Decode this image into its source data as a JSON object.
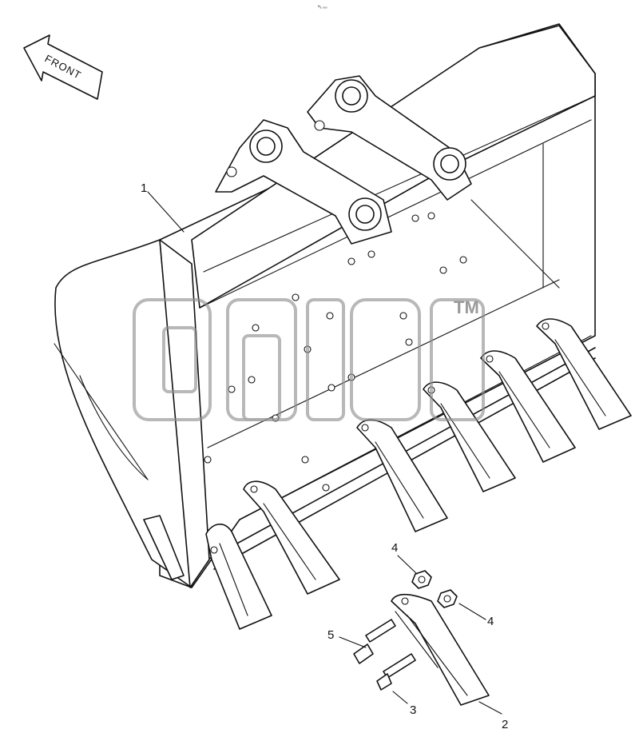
{
  "diagram": {
    "direction_label": "FRONT",
    "corner_mark": "ᴹₐ ₒₒₒ",
    "watermark_mark": "TM",
    "callouts": {
      "bucket": "1",
      "tooth_point": "2",
      "pin": "3",
      "nut_upper": "4",
      "nut_right": "4",
      "bolt": "5"
    }
  }
}
